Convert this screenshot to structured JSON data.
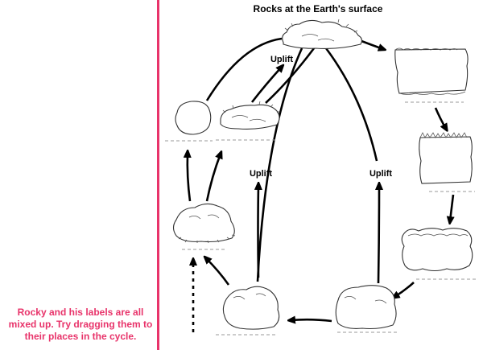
{
  "diagram": {
    "title": "Rocks at the Earth's surface",
    "uplift_labels": [
      "Uplift",
      "Uplift",
      "Uplift"
    ]
  },
  "instruction": {
    "text": "Rocky and his labels are all mixed up. Try dragging them to their places in the cycle."
  },
  "colors": {
    "accent": "#e8336a",
    "line": "#000000",
    "slot": "#999999"
  }
}
